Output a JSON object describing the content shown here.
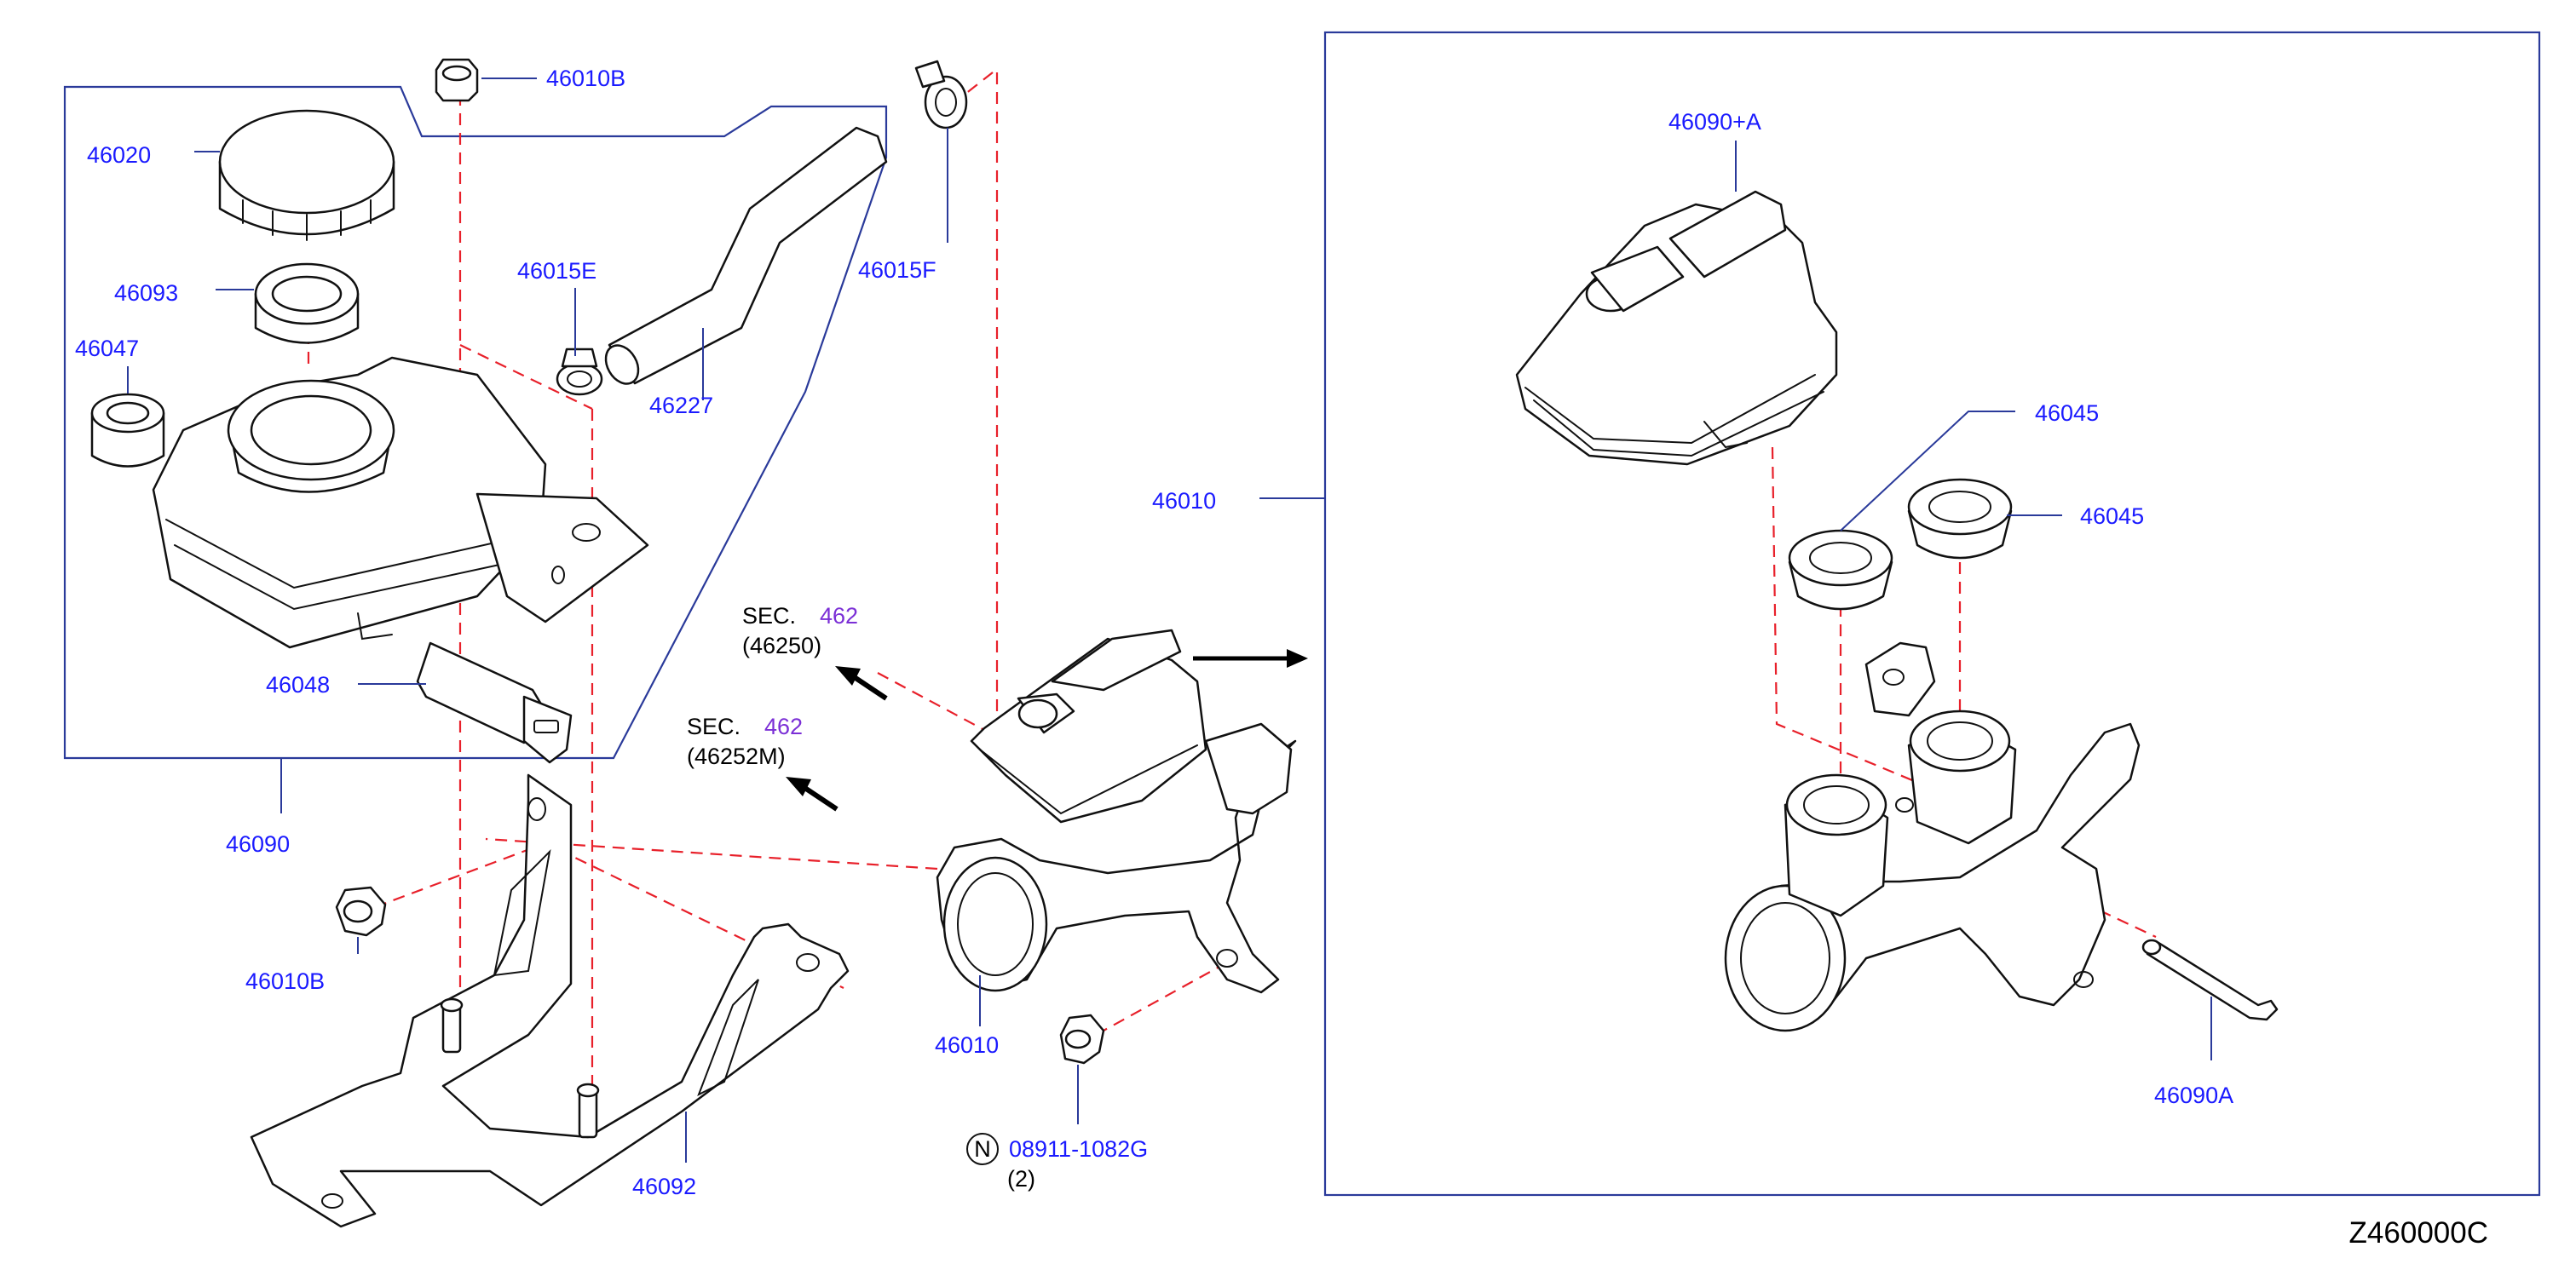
{
  "diagram_code": "Z460000C",
  "labels": {
    "p46010B_top": "46010B",
    "p46020": "46020",
    "p46093": "46093",
    "p46047": "46047",
    "p46048": "46048",
    "p46090": "46090",
    "p46010B_bottom": "46010B",
    "p46015E": "46015E",
    "p46227": "46227",
    "p46015F": "46015F",
    "p46092": "46092",
    "p46010_main": "46010",
    "p46010_detail": "46010",
    "p46090plusA": "46090+A",
    "p46045_a": "46045",
    "p46045_b": "46045",
    "p46090A": "46090A",
    "nut_symbol": "N",
    "nut_part": "08911-1082G",
    "nut_qty": "(2)"
  },
  "section_refs": [
    {
      "sec": "SEC.",
      "num": "462",
      "part": "(46250)"
    },
    {
      "sec": "SEC.",
      "num": "462",
      "part": "(46252M)"
    }
  ],
  "colors": {
    "part_number": "#1a1aff",
    "section_number": "#7b2fd6",
    "leader": "#2a3a9a",
    "dashed_line": "#e8202a",
    "outline": "#111111"
  }
}
